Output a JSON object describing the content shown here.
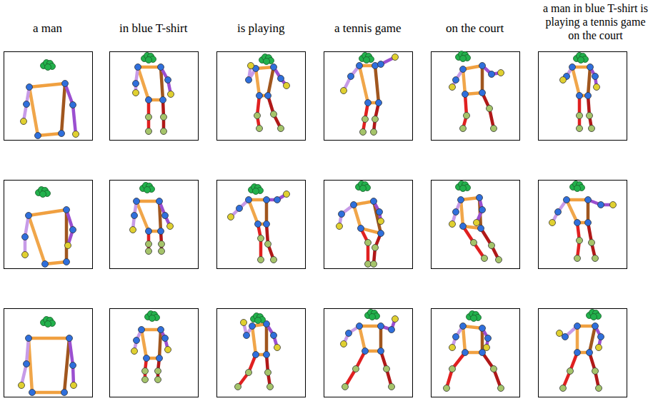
{
  "diagram": {
    "labels": [
      "a man",
      "in blue T-shirt",
      "is playing",
      "a tennis game",
      "on the court",
      "a man in blue T-shirt is playing a tennis game on the court"
    ]
  }
}
